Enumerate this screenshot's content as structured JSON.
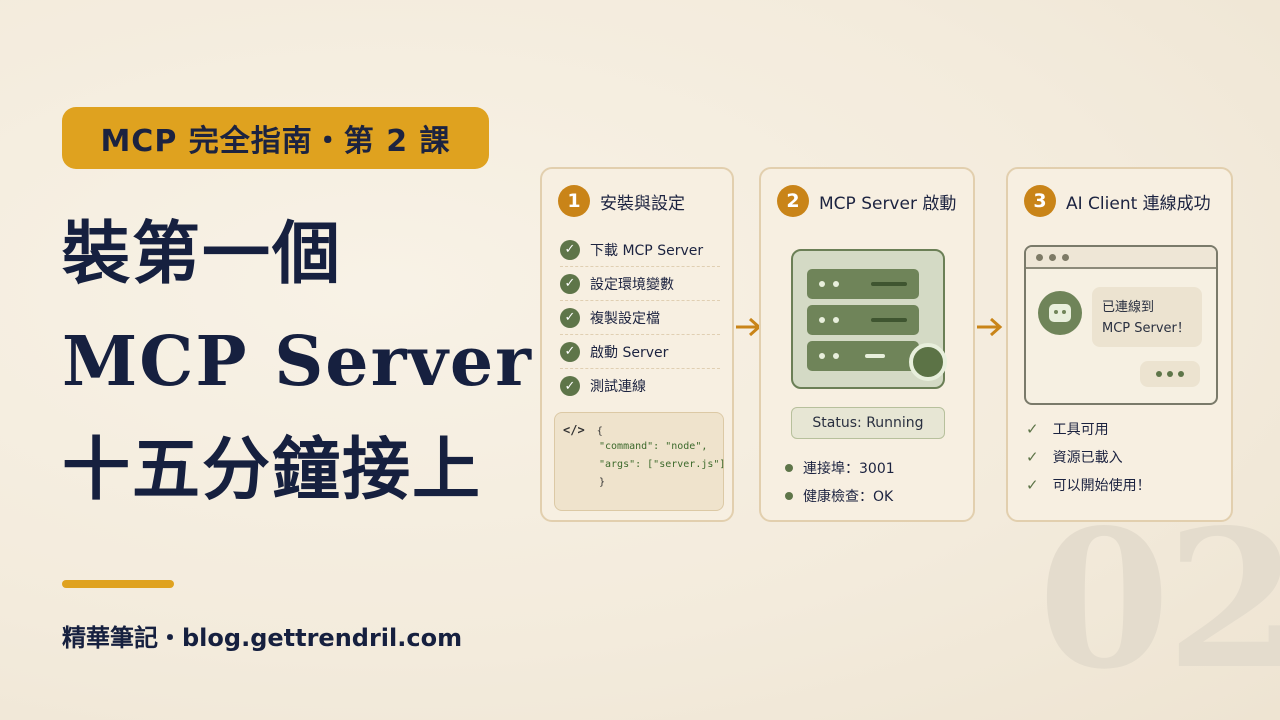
{
  "badge": "MCP 完全指南・第 2 課",
  "title_lines": [
    "裝第一個",
    "MCP Server：",
    "十五分鐘接上"
  ],
  "footer": "精華筆記・blog.gettrendril.com",
  "big_number": "02",
  "colors": {
    "accent": "#dfa21f",
    "step": "#c98418",
    "green": "#5e7549",
    "navy": "#16203f"
  },
  "steps": [
    {
      "num": "1",
      "title": "安裝與設定",
      "checklist": [
        "下載 MCP Server",
        "設定環境變數",
        "複製設定檔",
        "啟動 Server",
        "測試連線"
      ],
      "code": {
        "icon": "</>",
        "lines": [
          "{",
          "\"command\": \"node\",",
          "\"args\": [\"server.js\"]",
          "}"
        ]
      }
    },
    {
      "num": "2",
      "title": "MCP Server 啟動",
      "status": "Status: Running",
      "bullets": [
        "連接埠：3001",
        "健康檢查：OK"
      ]
    },
    {
      "num": "3",
      "title": "AI Client 連線成功",
      "chat_message": [
        "已連線到",
        "MCP Server！"
      ],
      "ticks": [
        "工具可用",
        "資源已載入",
        "可以開始使用！"
      ]
    }
  ]
}
